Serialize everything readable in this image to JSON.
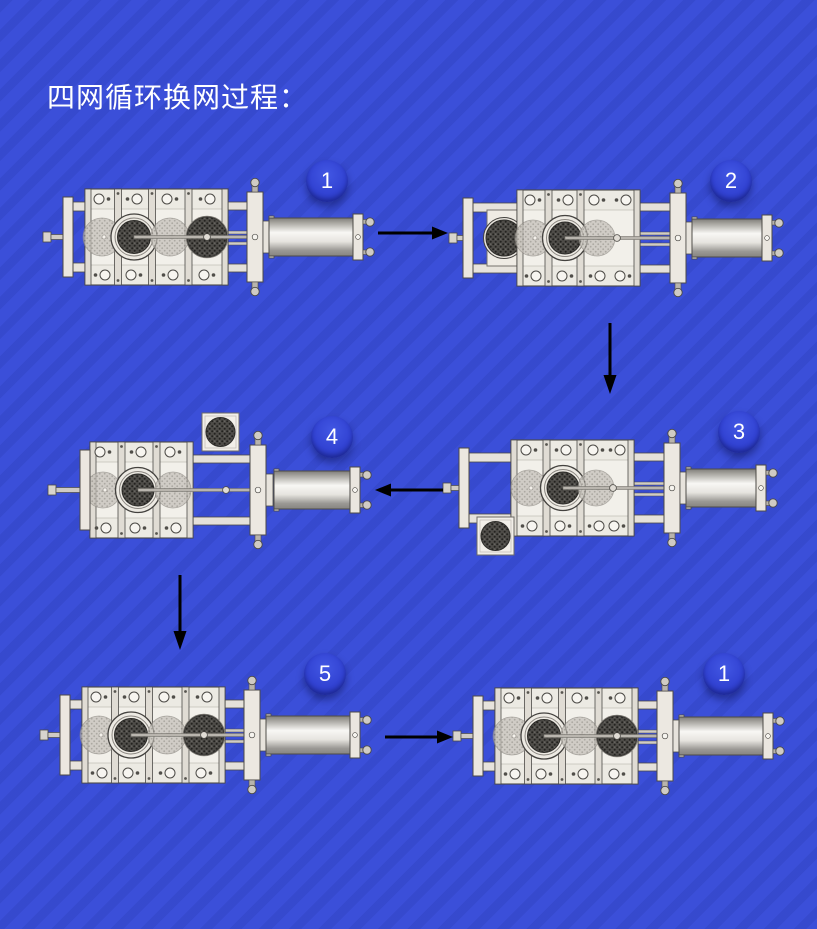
{
  "title": "四网循环换网过程：",
  "steps": [
    {
      "number": "1"
    },
    {
      "number": "2"
    },
    {
      "number": "3"
    },
    {
      "number": "4"
    },
    {
      "number": "5"
    },
    {
      "number": "1"
    }
  ],
  "arrows": [
    {
      "from": "step-1",
      "to": "step-2",
      "direction": "right"
    },
    {
      "from": "step-2",
      "to": "step-3",
      "direction": "down"
    },
    {
      "from": "step-3",
      "to": "step-4",
      "direction": "left"
    },
    {
      "from": "step-4",
      "to": "step-5",
      "direction": "down"
    },
    {
      "from": "step-5",
      "to": "step-1",
      "direction": "right"
    }
  ],
  "colors": {
    "background": "#3b4fd9",
    "stripe": "#3243c4",
    "badge": "#3243d3",
    "badge_text": "#ffffff",
    "arrow": "#000000",
    "machine_body": "#eceae3",
    "screen_dark": "#4e4c48",
    "screen_light": "#c2beb7",
    "cylinder_metal": "#d9d7d2"
  }
}
